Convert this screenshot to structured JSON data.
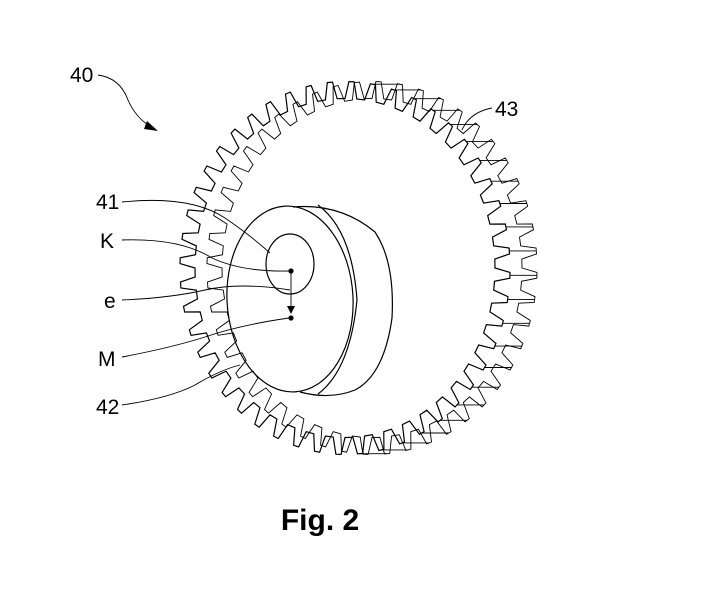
{
  "figure": {
    "caption": "Fig. 2",
    "labels": {
      "gear": "40",
      "eccentric_bore": "41",
      "eccentric_disc": "42",
      "gear_teeth": "43",
      "bore_center": "K",
      "eccentricity": "e",
      "gear_center": "M"
    }
  },
  "colors": {
    "ink": "#000000",
    "background": "#ffffff"
  }
}
